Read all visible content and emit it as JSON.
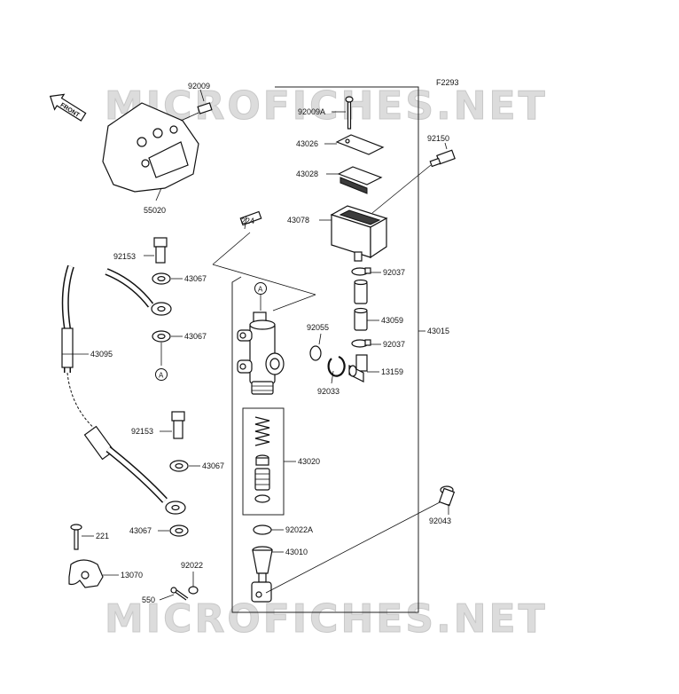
{
  "diagram_code": "F2293",
  "watermarks": [
    "MICROFICHES.NET",
    "MICROFICHES.NET"
  ],
  "front_arrow_label": "FRONT",
  "callout_letter": "A",
  "parts": {
    "p92009": "92009",
    "p55020": "55020",
    "p224": "224",
    "p92153a": "92153",
    "p43067a": "43067",
    "p43067b": "43067",
    "p43095": "43095",
    "p92153b": "92153",
    "p43067c": "43067",
    "p43067d": "43067",
    "p221": "221",
    "p13070": "13070",
    "p92022": "92022",
    "p550": "550",
    "p92009A": "92009A",
    "p43026": "43026",
    "p43028": "43028",
    "p43078": "43078",
    "p92150": "92150",
    "p92037a": "92037",
    "p43059": "43059",
    "p92037b": "92037",
    "p43015": "43015",
    "p92055": "92055",
    "p92033": "92033",
    "p13159": "13159",
    "p43020": "43020",
    "p92043": "92043",
    "p92022A": "92022A",
    "p43010": "43010"
  }
}
